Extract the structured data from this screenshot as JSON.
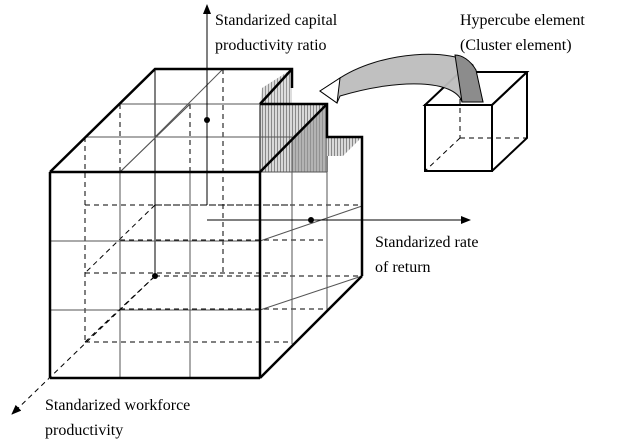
{
  "diagram": {
    "axis_capital": {
      "line1": "Standarized capital",
      "line2": "productivity ratio"
    },
    "axis_return": {
      "line1": "Standarized rate",
      "line2": "of return"
    },
    "axis_workforce": {
      "line1": "Standarized workforce",
      "line2": "productivity"
    },
    "element": {
      "line1": "Hypercube element",
      "line2": "(Cluster element)"
    }
  }
}
